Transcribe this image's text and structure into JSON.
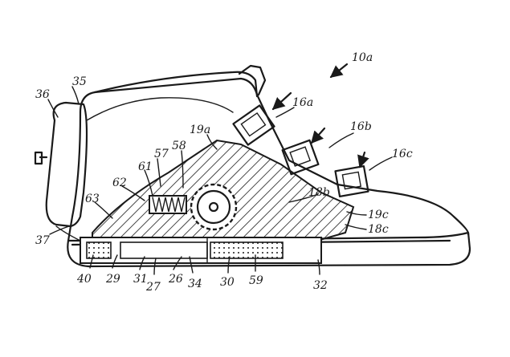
{
  "figure": {
    "ref": "10a",
    "labels": {
      "l16a": "16a",
      "l16b": "16b",
      "l16c": "16c",
      "l35": "35",
      "l36": "36",
      "l37": "37",
      "l57": "57",
      "l58": "58",
      "l61": "61",
      "l62": "62",
      "l63": "63",
      "l19a": "19a",
      "l18b": "18b",
      "l19c": "19c",
      "l18c": "18c",
      "l40": "40",
      "l29": "29",
      "l31": "31",
      "l27": "27",
      "l26": "26",
      "l34": "34",
      "l30": "30",
      "l59": "59",
      "l32": "32"
    }
  },
  "colors": {
    "ink": "#1a1a1a",
    "paper": "#ffffff"
  }
}
